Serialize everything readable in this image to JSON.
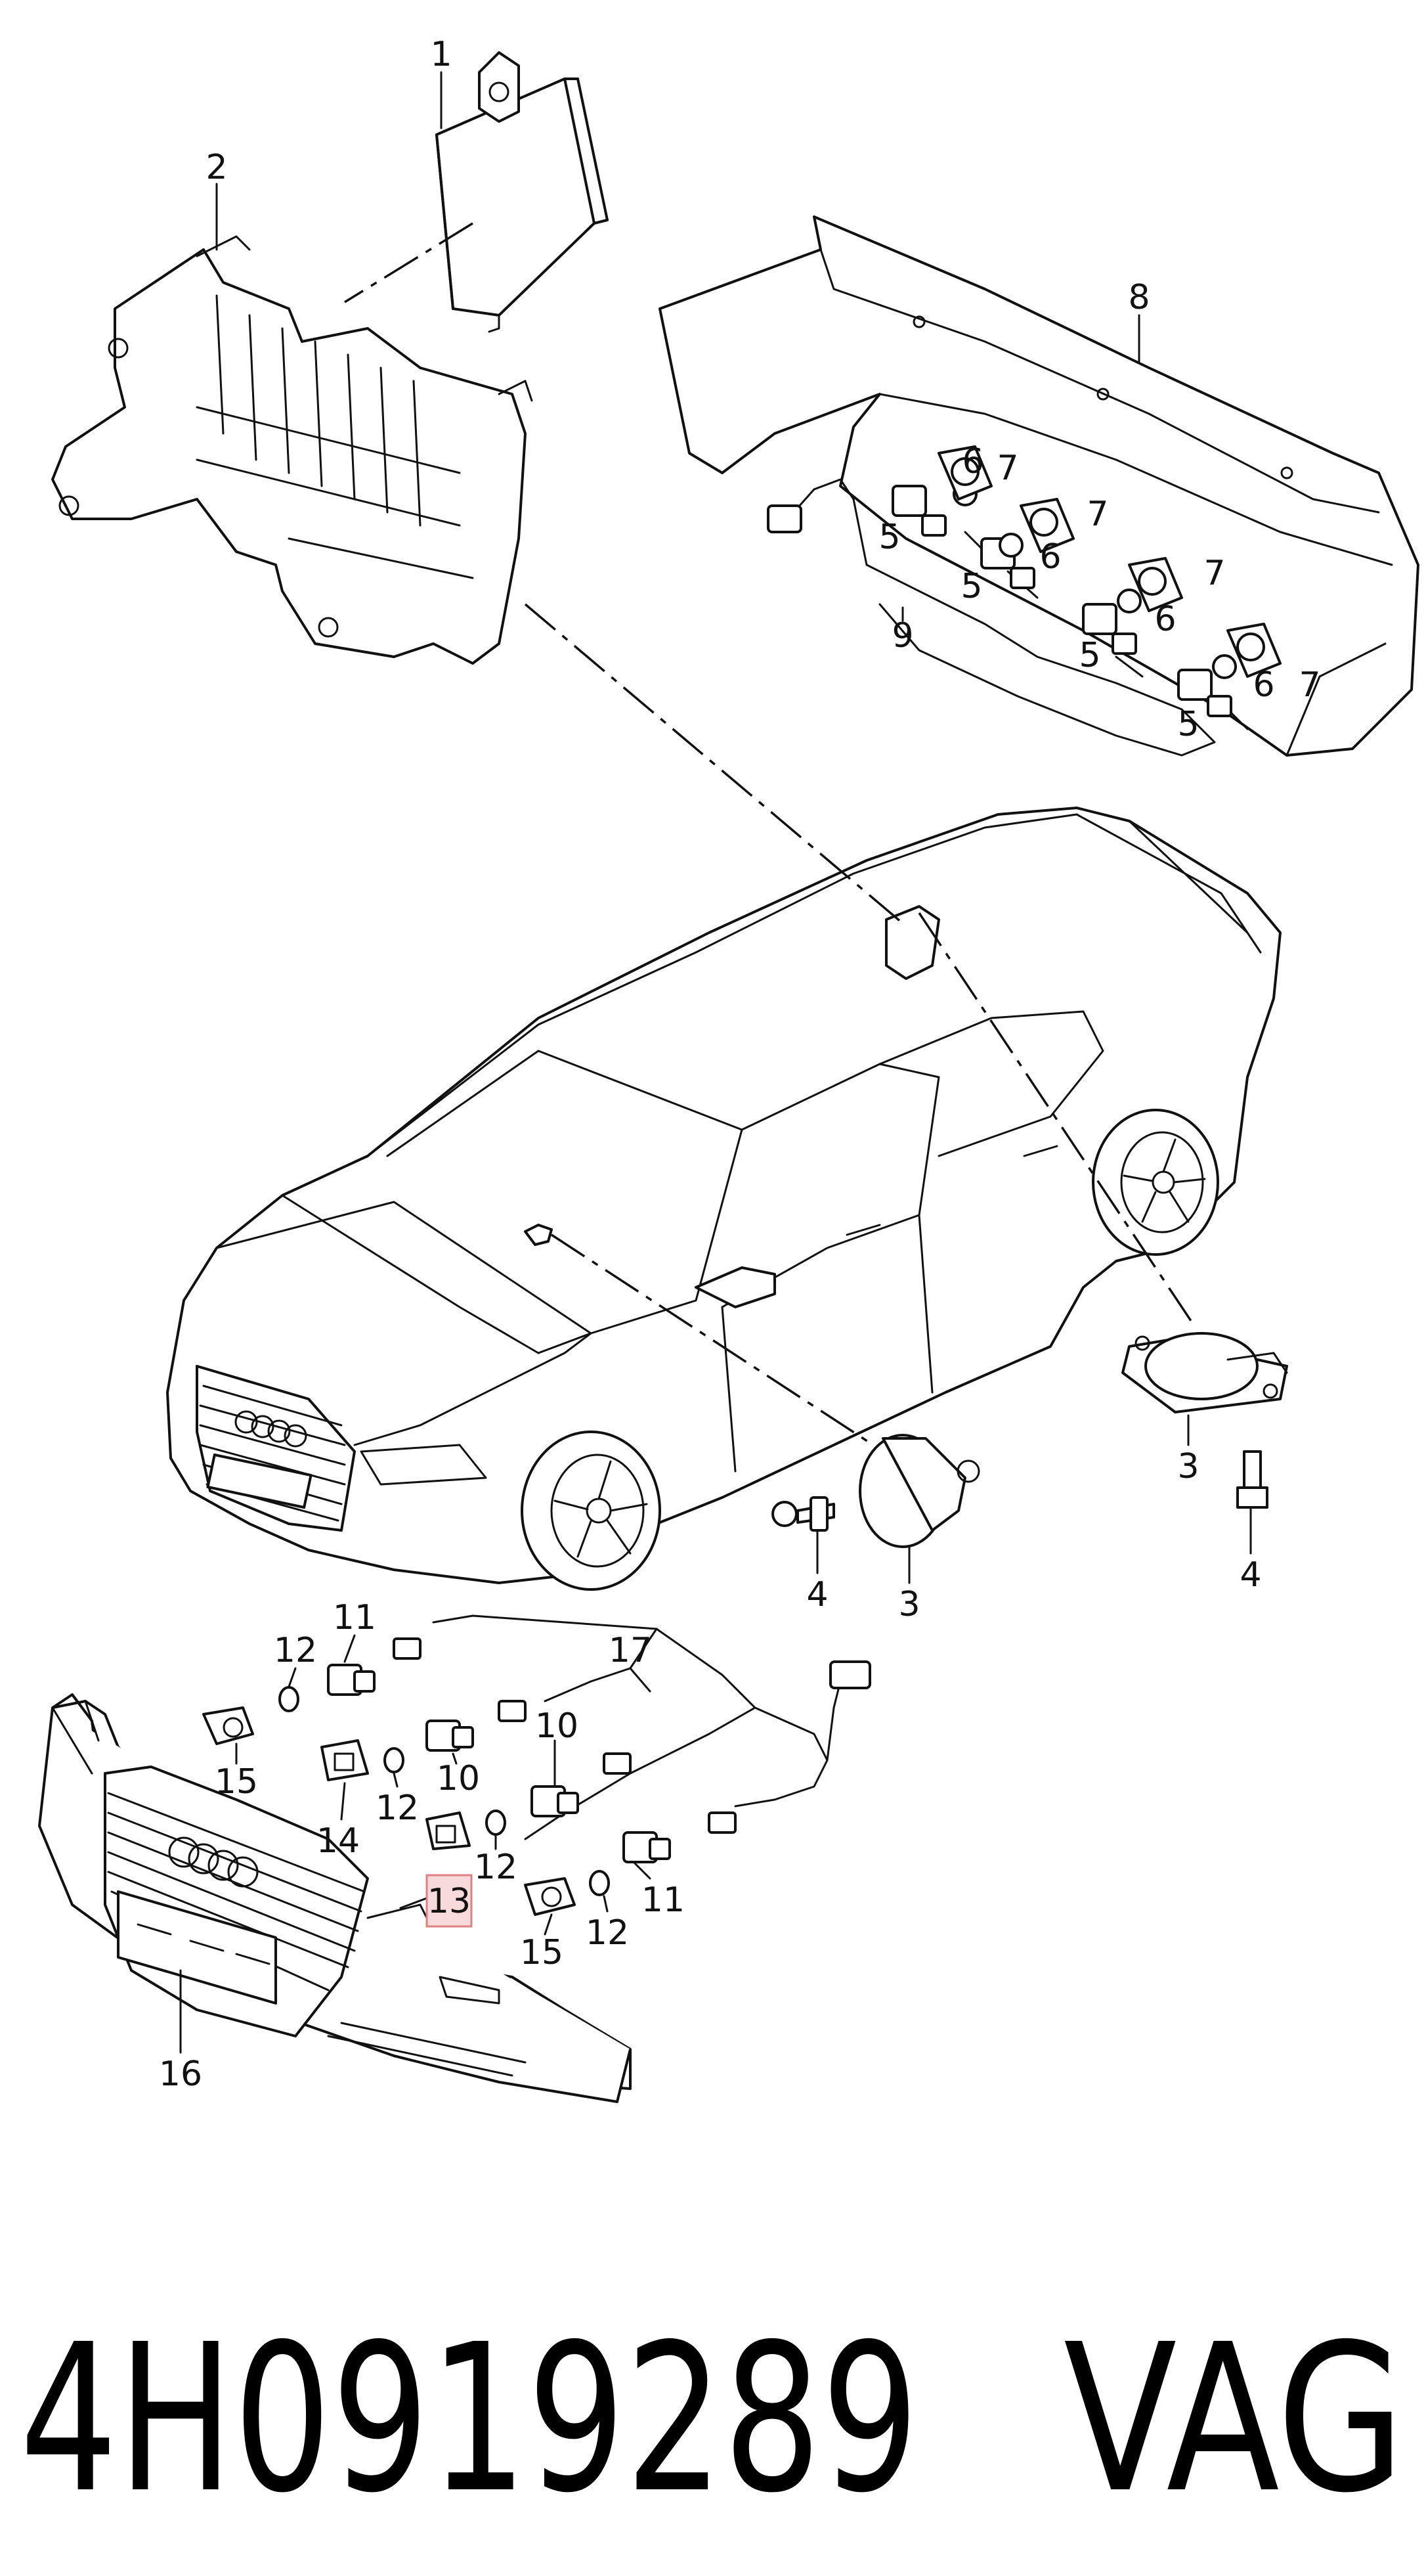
{
  "footer": {
    "part_number": "4H0919289",
    "brand": "VAG"
  },
  "highlight_callout": "13",
  "callouts": {
    "c1": "1",
    "c2": "2",
    "c3a": "3",
    "c3b": "3",
    "c4a": "4",
    "c4b": "4",
    "c5a": "5",
    "c5b": "5",
    "c5c": "5",
    "c5d": "5",
    "c6a": "6",
    "c6b": "6",
    "c6c": "6",
    "c6d": "6",
    "c7a": "7",
    "c7b": "7",
    "c7c": "7",
    "c7d": "7",
    "c8": "8",
    "c9": "9",
    "c10a": "10",
    "c10b": "10",
    "c11a": "11",
    "c11b": "11",
    "c12a": "12",
    "c12b": "12",
    "c12c": "12",
    "c12d": "12",
    "c14": "14",
    "c15a": "15",
    "c15b": "15",
    "c16": "16",
    "c17": "17"
  },
  "colors": {
    "highlight_fill": "#f9dada",
    "highlight_border": "#e08080",
    "line": "#111111"
  }
}
